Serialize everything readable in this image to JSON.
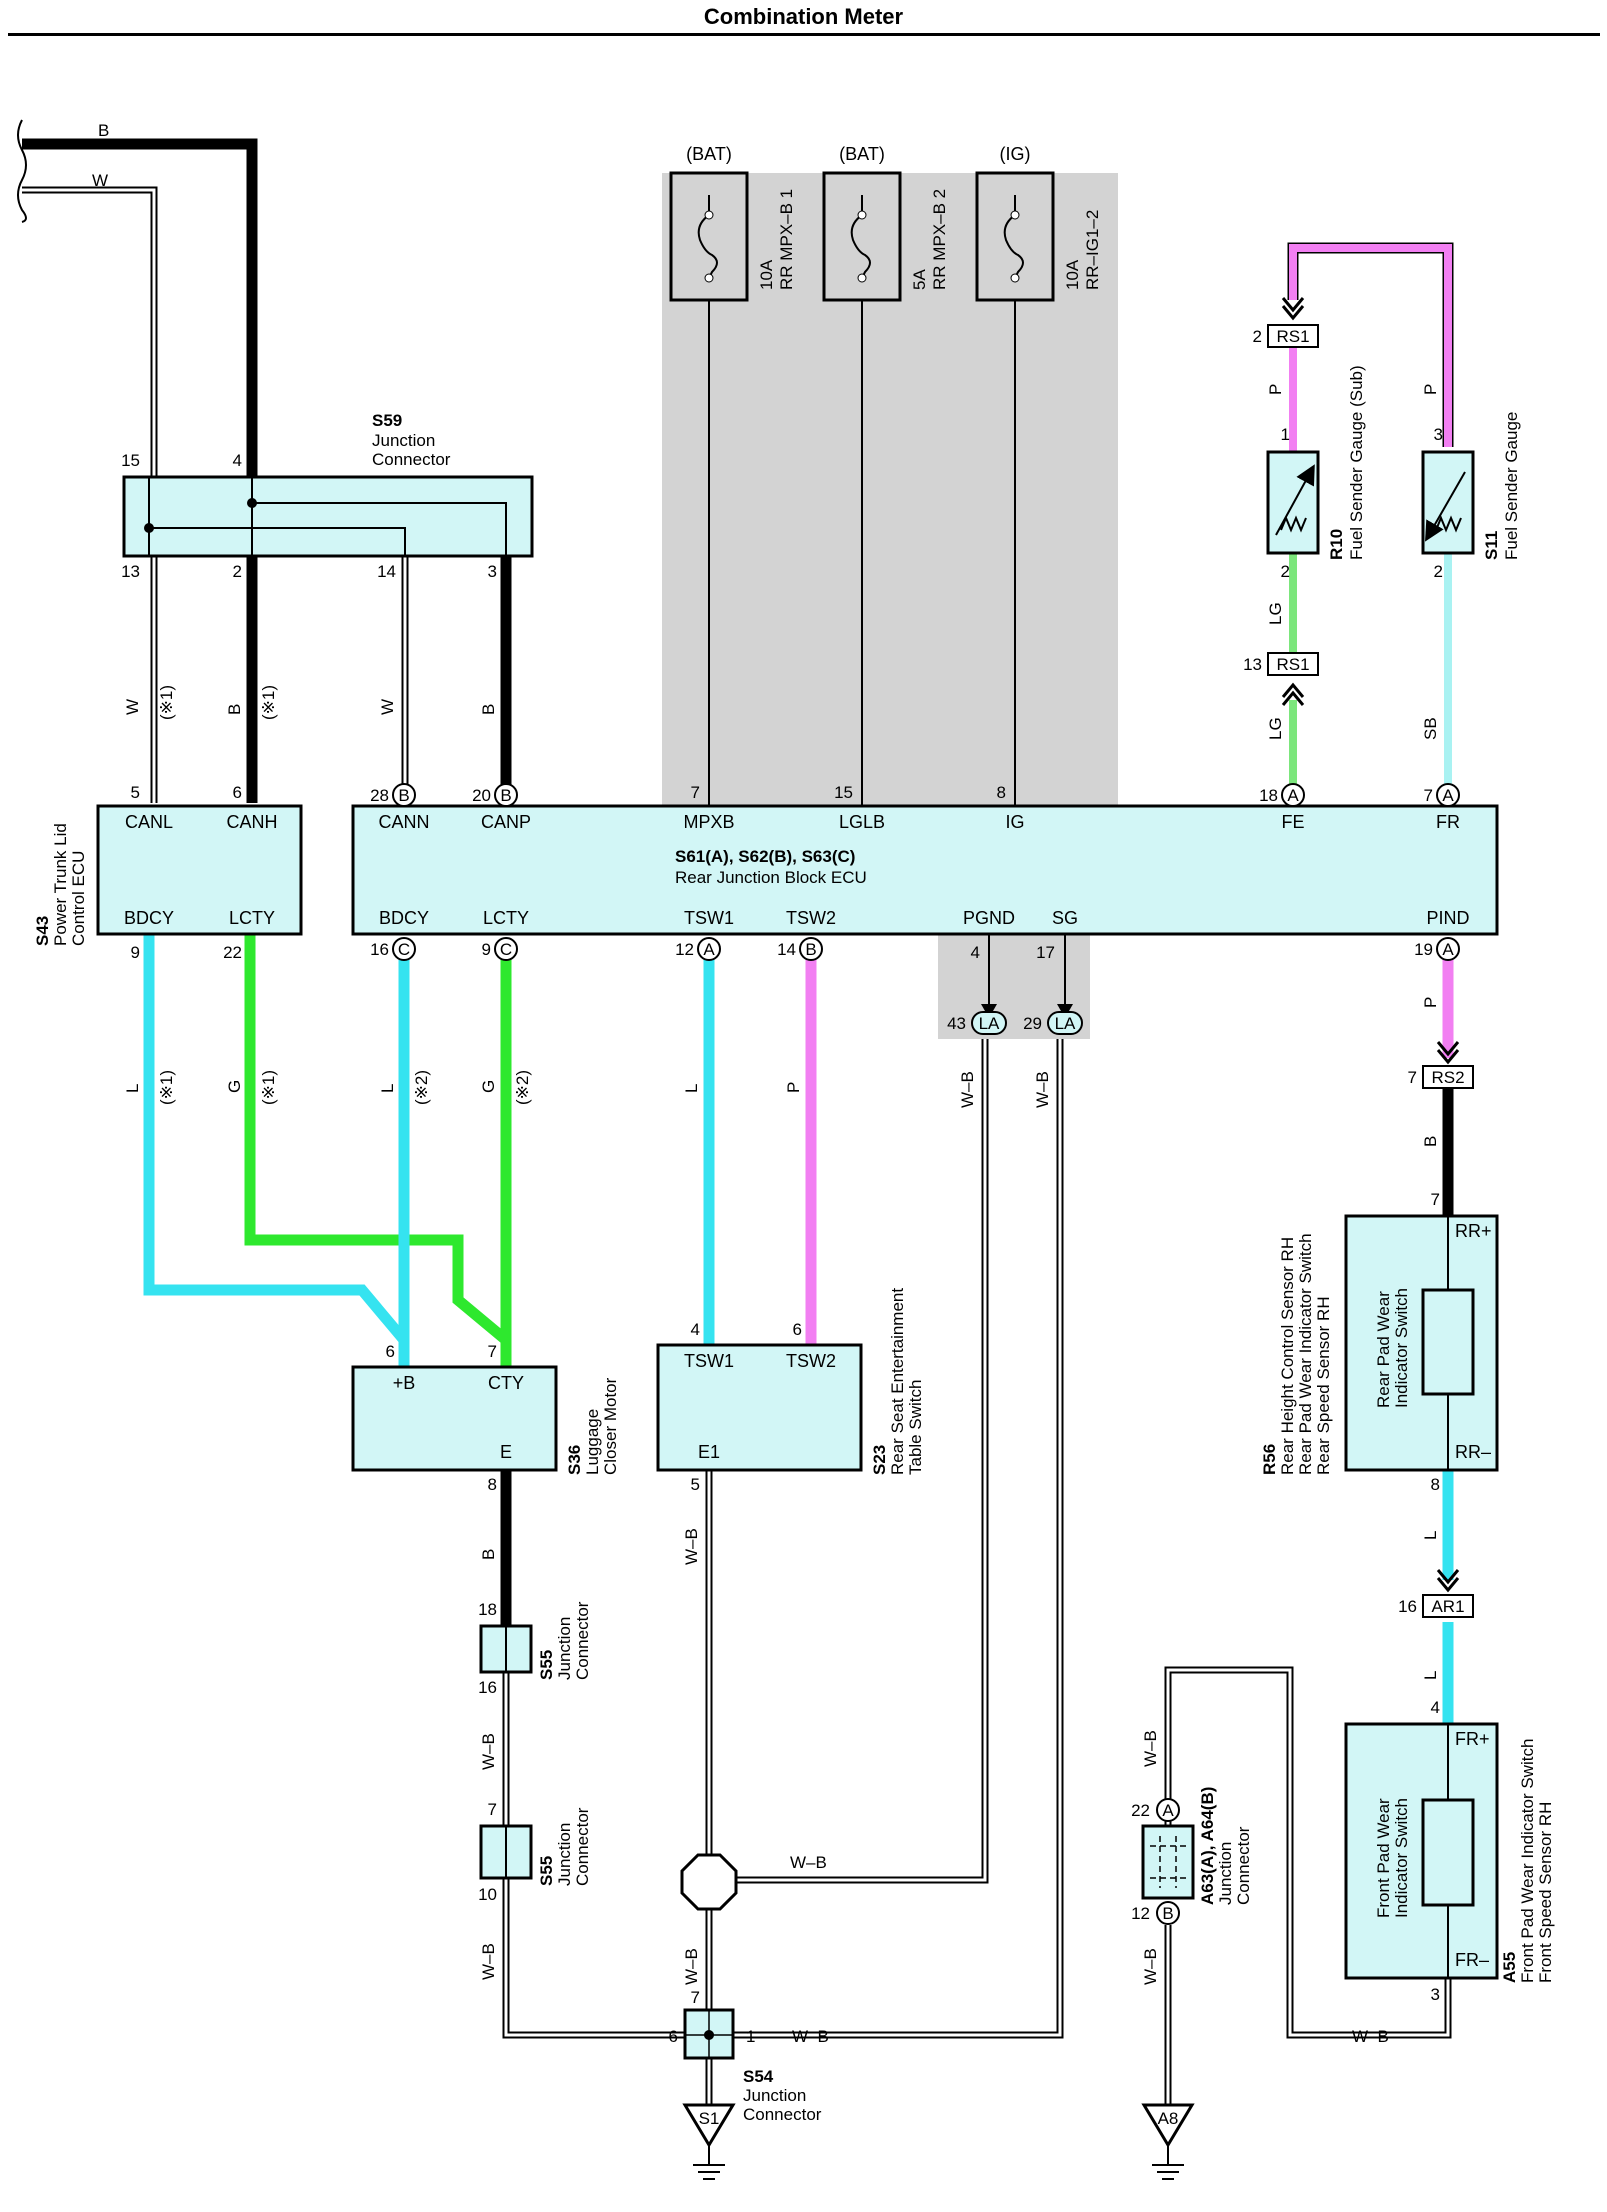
{
  "title": "Combination Meter",
  "top_wires": {
    "b": "B",
    "w": "W"
  },
  "fuses": [
    {
      "source": "(BAT)",
      "rating": "10A",
      "name": "RR MPX–B 1"
    },
    {
      "source": "(BAT)",
      "rating": "5A",
      "name": "RR MPX–B 2"
    },
    {
      "source": "(IG)",
      "rating": "10A",
      "name": "RR–IG1–2"
    }
  ],
  "s59": {
    "code": "S59",
    "line1": "Junction",
    "line2": "Connector",
    "pins": [
      "15",
      "4",
      "13",
      "2",
      "14",
      "3"
    ]
  },
  "s43": {
    "code": "S43",
    "line1": "Power Trunk Lid",
    "line2": "Control ECU",
    "terms": [
      "CANL",
      "CANH",
      "BDCY",
      "LCTY"
    ],
    "pins": [
      "5",
      "6",
      "9",
      "22"
    ]
  },
  "ecu": {
    "code": "S61(A), S62(B), S63(C)",
    "name": "Rear Junction Block ECU",
    "top_terms": [
      "CANN",
      "CANP",
      "MPXB",
      "LGLB",
      "IG",
      "FE",
      "FR"
    ],
    "bottom_terms": [
      "BDCY",
      "LCTY",
      "TSW1",
      "TSW2",
      "PGND",
      "SG",
      "PIND"
    ],
    "top_pins": [
      "28",
      "20",
      "7",
      "15",
      "8",
      "18",
      "7"
    ],
    "bottom_pins": [
      "16",
      "9",
      "12",
      "14",
      "4",
      "17",
      "19"
    ],
    "conn_letters": [
      "A",
      "B",
      "C"
    ]
  },
  "r10": {
    "code": "R10",
    "name": "Fuel Sender Gauge (Sub)",
    "pins": [
      "1",
      "2"
    ]
  },
  "s11": {
    "code": "S11",
    "name": "Fuel Sender Gauge",
    "pins": [
      "3",
      "2"
    ]
  },
  "rs1": {
    "label": "RS1",
    "pin_top": "2",
    "pin_bottom": "13"
  },
  "rs2": {
    "label": "RS2",
    "pin": "7"
  },
  "ar1": {
    "label": "AR1",
    "pin": "16"
  },
  "la": {
    "label": "LA",
    "pins": [
      "43",
      "29"
    ]
  },
  "wire_colors": {
    "W": "W",
    "B": "B",
    "L": "L",
    "G": "G",
    "P": "P",
    "LG": "LG",
    "SB": "SB",
    "WB": "W–B"
  },
  "note_marks": {
    "n1": "(※1)",
    "n2": "(※2)"
  },
  "s36": {
    "code": "S36",
    "line1": "Luggage",
    "line2": "Closer Motor",
    "terms": [
      "+B",
      "CTY",
      "E"
    ],
    "pins": [
      "6",
      "7",
      "8"
    ]
  },
  "s23": {
    "code": "S23",
    "line1": "Rear Seat Entertainment",
    "line2": "Table Switch",
    "terms": [
      "TSW1",
      "TSW2",
      "E1"
    ],
    "pins": [
      "4",
      "6",
      "5"
    ]
  },
  "r56": {
    "code": "R56",
    "lines": [
      "Rear Height Control Sensor RH",
      "Rear Pad Wear Indicator Switch",
      "Rear Speed Sensor RH"
    ],
    "inner": [
      "Rear Pad Wear",
      "Indicator Switch"
    ],
    "terms": [
      "RR+",
      "RR–"
    ],
    "pins": [
      "7",
      "8"
    ]
  },
  "a55": {
    "code": "A55",
    "lines": [
      "Front Pad Wear Indicator Switch",
      "Front Speed Sensor RH"
    ],
    "inner": [
      "Front Pad Wear",
      "Indicator Switch"
    ],
    "terms": [
      "FR+",
      "FR–"
    ],
    "pins": [
      "4",
      "3"
    ]
  },
  "s55a": {
    "code": "S55",
    "line1": "Junction",
    "line2": "Connector",
    "pins": [
      "18",
      "16"
    ]
  },
  "s55b": {
    "code": "S55",
    "line1": "Junction",
    "line2": "Connector",
    "pins": [
      "7",
      "10"
    ]
  },
  "s54": {
    "code": "S54",
    "line1": "Junction",
    "line2": "Connector",
    "pins": [
      "7",
      "6",
      "1"
    ]
  },
  "a63": {
    "code": "A63(A), A64(B)",
    "line1": "Junction",
    "line2": "Connector",
    "pins": [
      "22",
      "12"
    ],
    "letters": [
      "A",
      "B"
    ]
  },
  "grounds": [
    "S1",
    "A8"
  ]
}
